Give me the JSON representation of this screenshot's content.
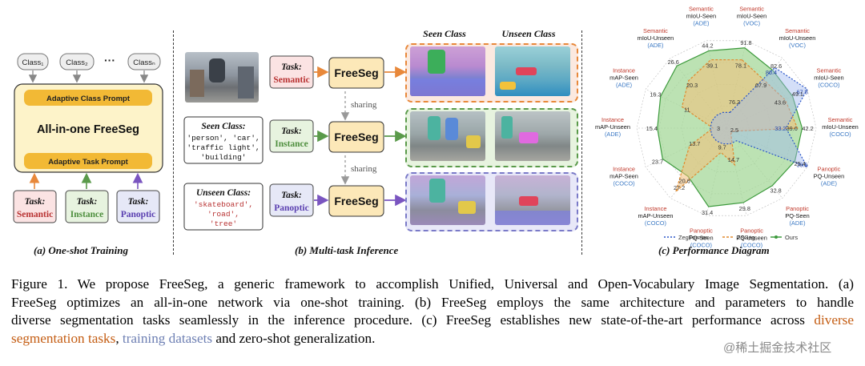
{
  "panel_a": {
    "classes": [
      "Class₁",
      "Class₂",
      "···",
      "Classₙ"
    ],
    "adaptive_class_prompt": "Adaptive Class Prompt",
    "title": "All-in-one FreeSeg",
    "adaptive_task_prompt": "Adaptive Task Prompt",
    "task_label": "Task:",
    "tasks": [
      "Semantic",
      "Instance",
      "Panoptic"
    ],
    "caption": "(a) One-shot Training"
  },
  "panel_b": {
    "task_label": "Task:",
    "tasks": [
      "Semantic",
      "Instance",
      "Panoptic"
    ],
    "freeseg_label": "FreeSeg",
    "sharing_label": "sharing",
    "seen_class_title": "Seen Class:",
    "seen_class_lines": [
      "'person', 'car',",
      "'traffic light',",
      "'building'"
    ],
    "unseen_class_title": "Unseen Class:",
    "unseen_class_lines": [
      "'skateboard',",
      "'road',",
      "'tree'"
    ],
    "col_seen": "Seen Class",
    "col_unseen": "Unseen Class",
    "caption": "(b) Multi-task Inference"
  },
  "panel_c": {
    "caption": "(c) Performance Diagram",
    "colors": {
      "task": "#c0392b",
      "dataset": "#3a78c4",
      "zegformer": "#2a55c8",
      "zsseg": "#e08a2e",
      "ours": "#3c9a3c"
    }
  },
  "chart_data": {
    "type": "radar",
    "axes": [
      {
        "task": "Semantic",
        "metric": "mIoU-Seen",
        "dataset": "(VOC)"
      },
      {
        "task": "Semantic",
        "metric": "mIoU-Unseen",
        "dataset": "(VOC)"
      },
      {
        "task": "Semantic",
        "metric": "mIoU-Seen",
        "dataset": "(COCO)"
      },
      {
        "task": "Semantic",
        "metric": "mIoU-Unseen",
        "dataset": "(COCO)"
      },
      {
        "task": "Panoptic",
        "metric": "PQ-Unseen",
        "dataset": "(ADE)"
      },
      {
        "task": "Panoptic",
        "metric": "PQ-Seen",
        "dataset": "(ADE)"
      },
      {
        "task": "Panoptic",
        "metric": "PQ-Unseen",
        "dataset": "(COCO)"
      },
      {
        "task": "Panoptic",
        "metric": "PQ-Seen",
        "dataset": "(COCO)"
      },
      {
        "task": "Instance",
        "metric": "mAP-Unseen",
        "dataset": "(COCO)"
      },
      {
        "task": "Instance",
        "metric": "mAP-Seen",
        "dataset": "(COCO)"
      },
      {
        "task": "Instance",
        "metric": "mAP-Unseen",
        "dataset": "(ADE)"
      },
      {
        "task": "Instance",
        "metric": "mAP-Seen",
        "dataset": "(ADE)"
      },
      {
        "task": "Semantic",
        "metric": "mIoU-Unseen",
        "dataset": "(ADE)"
      },
      {
        "task": "Semantic",
        "metric": "mIoU-Seen",
        "dataset": "(ADE)"
      }
    ],
    "series": [
      {
        "name": "ZegFormer",
        "values": [
          null,
          86.4,
          67.8,
          33.2,
          36.6,
          null,
          null,
          null,
          null,
          null,
          null,
          null,
          null,
          null
        ]
      },
      {
        "name": "ZSSeg",
        "values": [
          78.1,
          67.9,
          43.6,
          39.6,
          null,
          null,
          14.7,
          9.7,
          27.2,
          13.7,
          3.0,
          11.0,
          20.3,
          39.1
        ]
      },
      {
        "name": "Ours",
        "values": [
          91.8,
          82.6,
          49.1,
          42.2,
          25.4,
          32.8,
          29.8,
          31.4,
          20.6,
          23.7,
          15.4,
          16.3,
          26.6,
          44.2
        ]
      }
    ],
    "extra_labels": [
      "76.2",
      "2.5"
    ]
  },
  "caption": {
    "lines": [
      "Figure 1.  We propose FreeSeg, a generic framework to accomplish Unified, Universal and Open-Vocabulary Image Segmentation.  (a)",
      "FreeSeg optimizes an all-in-one network via one-shot training.  (b) FreeSeg employs the same architecture and parameters to handle",
      "diverse segmentation tasks seamlessly in the inference procedure. (c) FreeSeg establishes new state-of-the-art performance across"
    ],
    "highlight_1": "diverse",
    "line4_highlight": "segmentation tasks",
    "line4_sep": ", ",
    "line4_highlight2": "training datasets",
    "line4_rest": " and zero-shot generalization."
  },
  "watermark": "@稀土掘金技术社区"
}
